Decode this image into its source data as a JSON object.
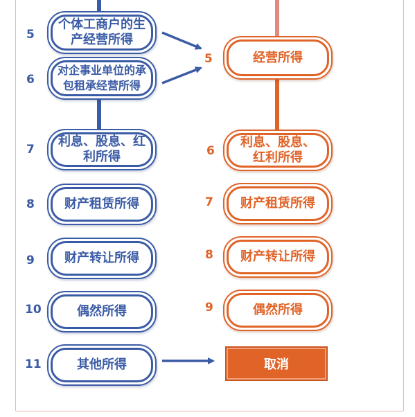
{
  "colors": {
    "left_accent": "#3a5ba5",
    "right_accent": "#e06327",
    "frame": "#eab7aa"
  },
  "left": [
    {
      "num": "5",
      "label": "个体工商户的生产经营所得"
    },
    {
      "num": "6",
      "label": "对企事业单位的承包租承经营所得"
    },
    {
      "num": "7",
      "label": "利息、股息、红利所得"
    },
    {
      "num": "8",
      "label": "财产租赁所得"
    },
    {
      "num": "9",
      "label": "财产转让所得"
    },
    {
      "num": "10",
      "label": "偶然所得"
    },
    {
      "num": "11",
      "label": "其他所得"
    }
  ],
  "right": [
    {
      "num": "5",
      "label": "经营所得"
    },
    {
      "num": "6",
      "label": "利息、股息、红利所得"
    },
    {
      "num": "7",
      "label": "财产租赁所得"
    },
    {
      "num": "8",
      "label": "财产转让所得"
    },
    {
      "num": "9",
      "label": "偶然所得"
    }
  ],
  "cancel_label": "取消"
}
